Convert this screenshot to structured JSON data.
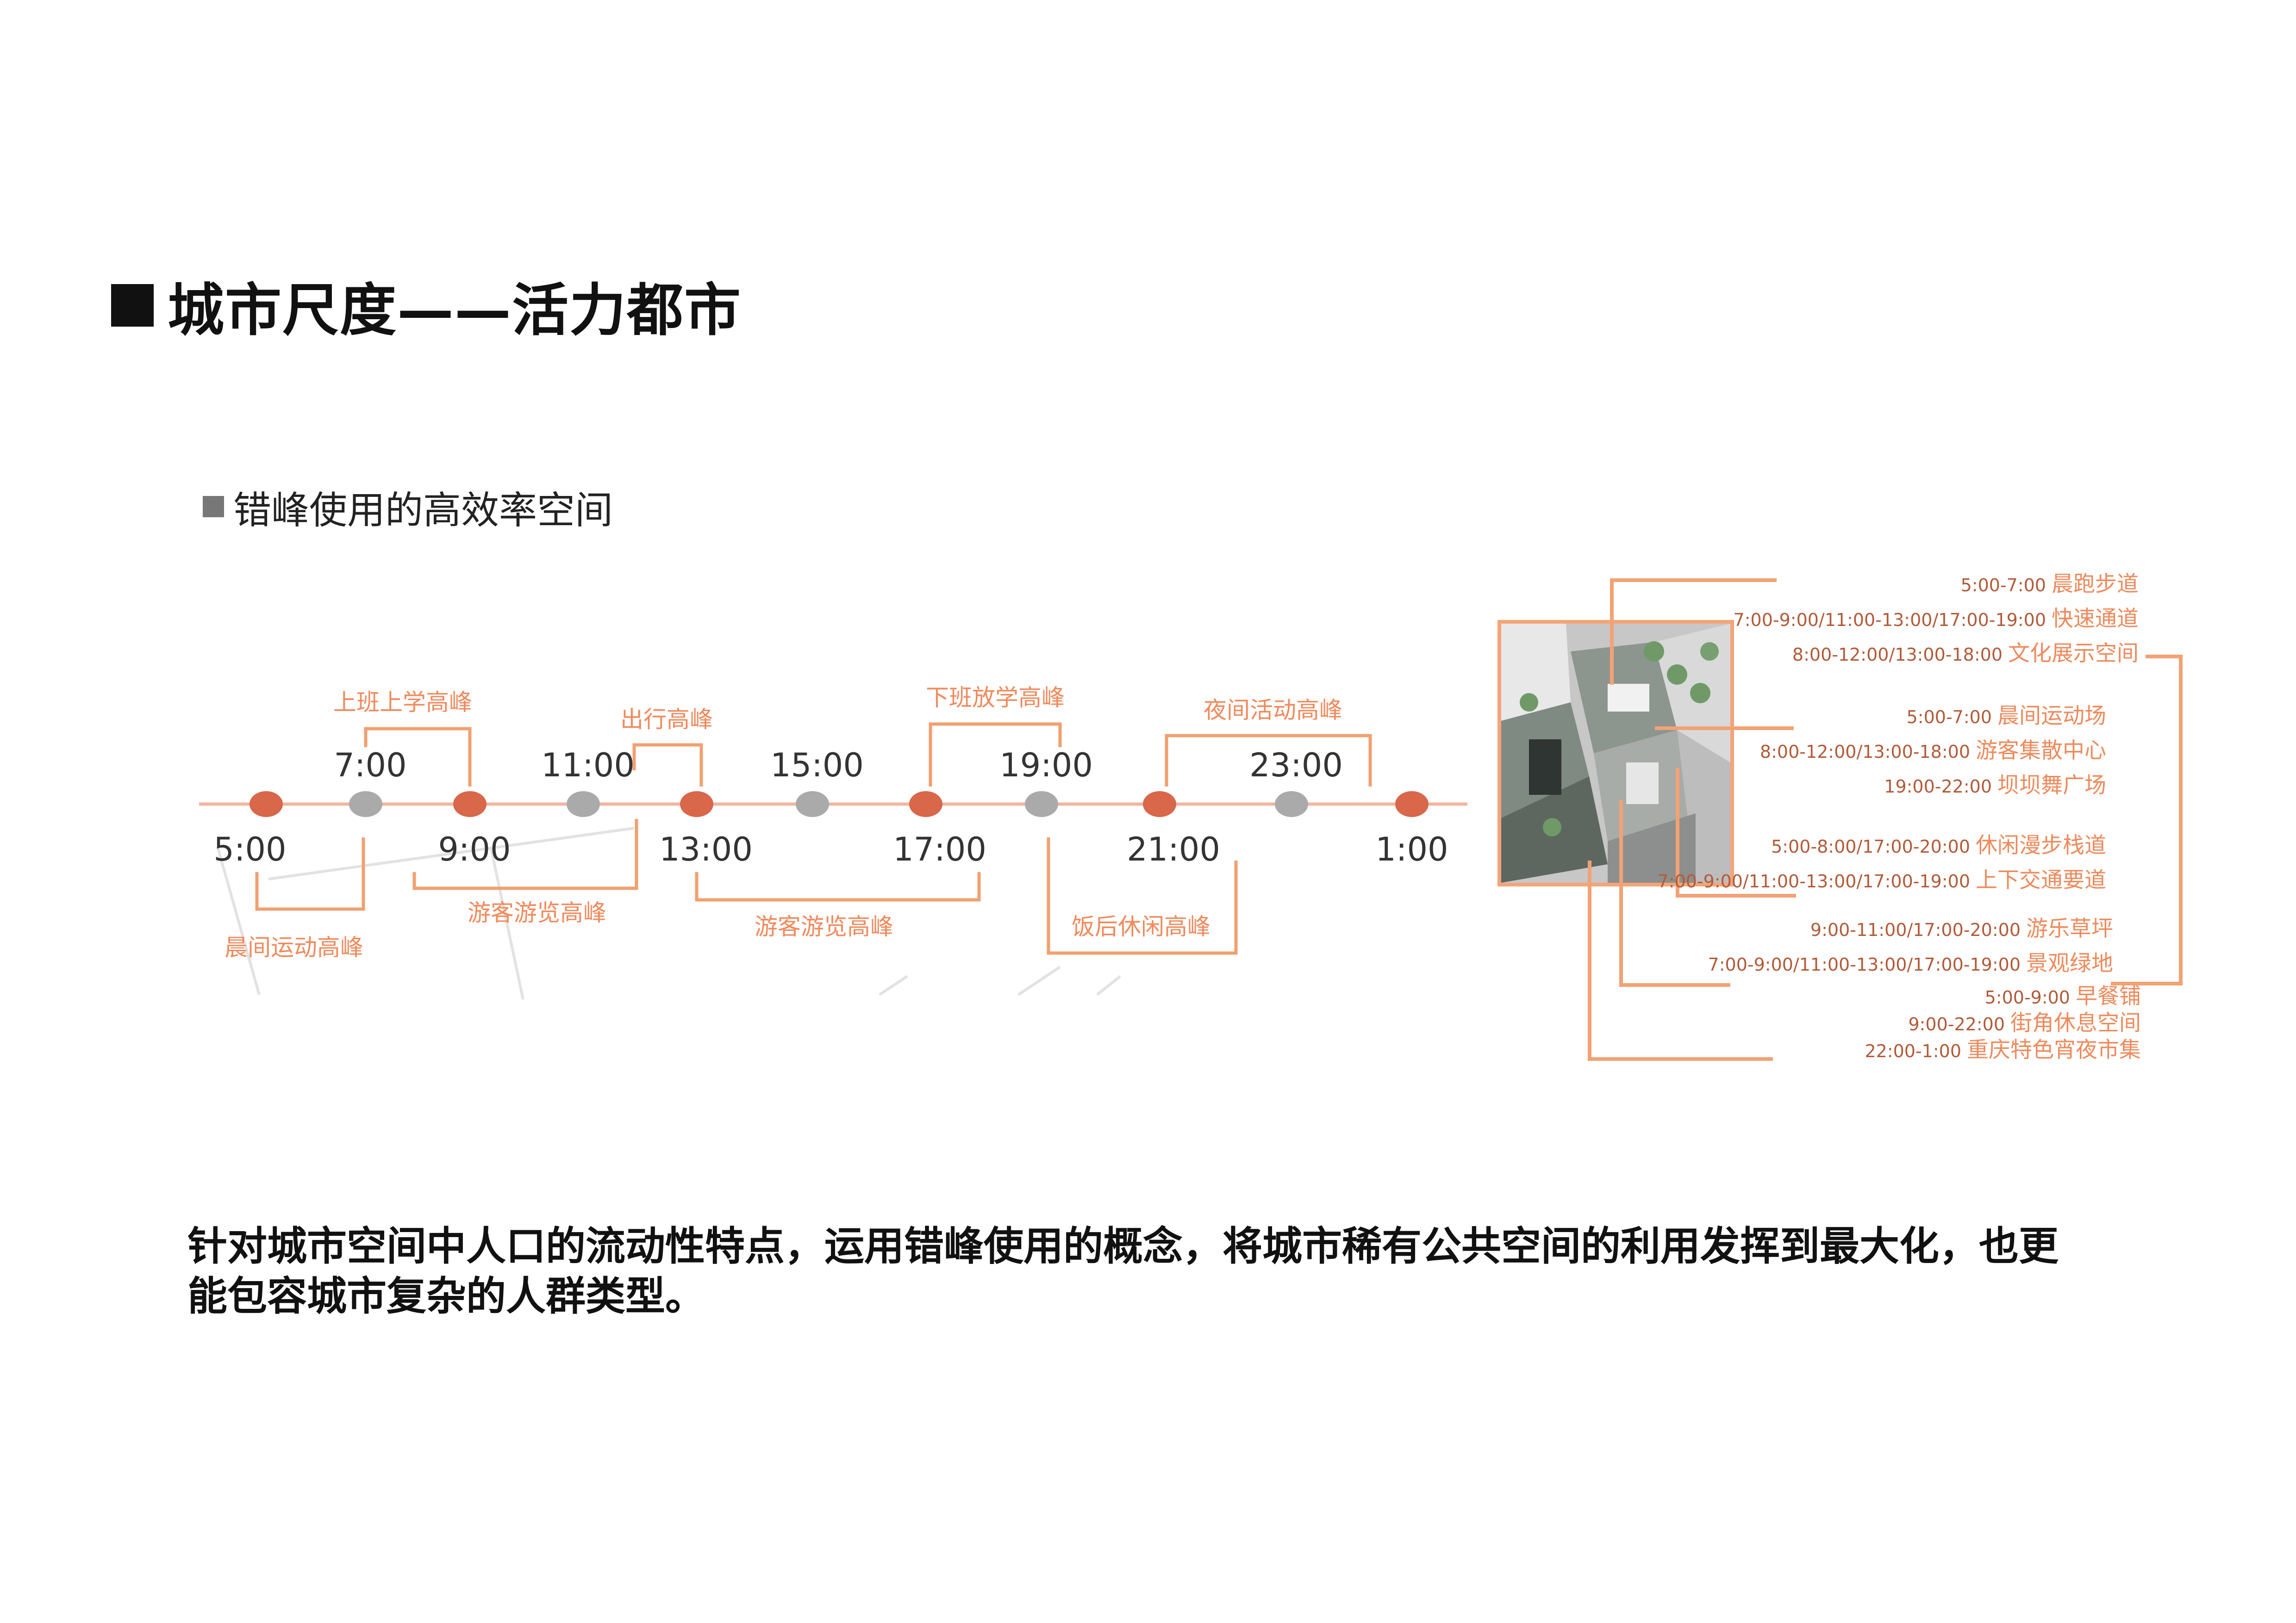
{
  "header": {
    "title": "城市尺度——活力都市"
  },
  "section": {
    "label": "错峰使用的高效率空间"
  },
  "timeline": {
    "upper_times": [
      "7:00",
      "11:00",
      "15:00",
      "19:00",
      "23:00"
    ],
    "lower_times": [
      "5:00",
      "9:00",
      "13:00",
      "17:00",
      "21:00",
      "1:00"
    ],
    "upper_peaks": [
      "上班上学高峰",
      "出行高峰",
      "下班放学高峰",
      "夜间活动高峰"
    ],
    "lower_peaks": [
      "晨间运动高峰",
      "游客游览高峰",
      "游客游览高峰",
      "饭后休闲高峰"
    ],
    "colors": {
      "peak_dot": "#d9674a",
      "offpeak_dot": "#aaaaaa",
      "line": "#f0b5a0",
      "bracket": "#f1a070",
      "label": "#f08a5d"
    }
  },
  "annotations": [
    {
      "lines": [
        {
          "time": "5:00-7:00",
          "place": "晨跑步道"
        },
        {
          "time": "7:00-9:00/11:00-13:00/17:00-19:00",
          "place": "快速通道"
        },
        {
          "time": "8:00-12:00/13:00-18:00",
          "place": "文化展示空间"
        }
      ]
    },
    {
      "lines": [
        {
          "time": "5:00-7:00",
          "place": "晨间运动场"
        },
        {
          "time": "8:00-12:00/13:00-18:00",
          "place": "游客集散中心"
        },
        {
          "time": "19:00-22:00",
          "place": "坝坝舞广场"
        }
      ]
    },
    {
      "lines": [
        {
          "time": "5:00-8:00/17:00-20:00",
          "place": "休闲漫步栈道"
        },
        {
          "time": "7:00-9:00/11:00-13:00/17:00-19:00",
          "place": "上下交通要道"
        }
      ]
    },
    {
      "lines": [
        {
          "time": "9:00-11:00/17:00-20:00",
          "place": "游乐草坪"
        },
        {
          "time": "7:00-9:00/11:00-13:00/17:00-19:00",
          "place": "景观绿地"
        }
      ]
    },
    {
      "lines": [
        {
          "time": "5:00-9:00",
          "place": "早餐铺"
        },
        {
          "time": "9:00-22:00",
          "place": "街角休息空间"
        },
        {
          "time": "22:00-1:00",
          "place": "重庆特色宵夜市集"
        }
      ]
    }
  ],
  "caption": {
    "text": "针对城市空间中人口的流动性特点，运用错峰使用的概念，将城市稀有公共空间的利用发挥到最大化，也更能包容城市复杂的人群类型。"
  }
}
